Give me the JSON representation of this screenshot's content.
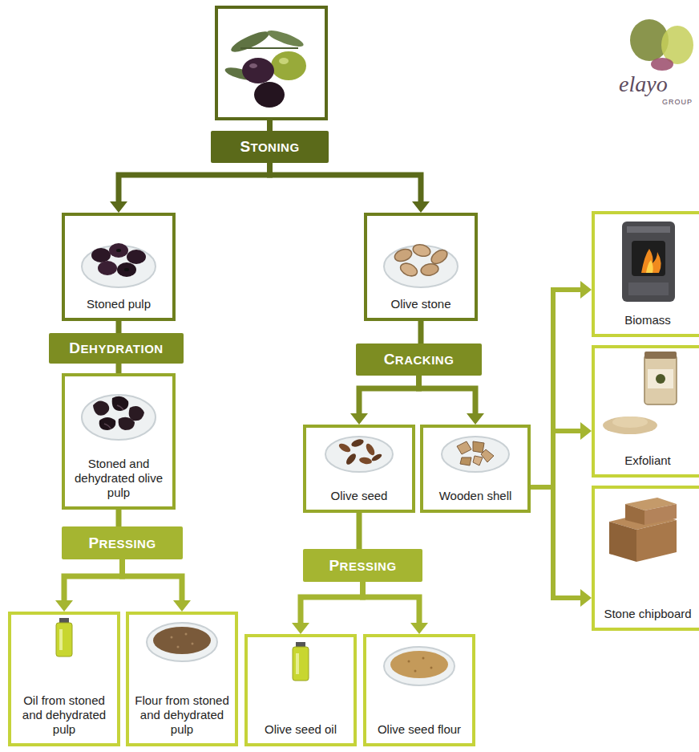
{
  "diagram": {
    "nodes": [
      {
        "text": [
          "STONING"
        ]
      },
      {
        "text": [
          "Stoned pulp"
        ]
      },
      {
        "text": [
          "Olive stone"
        ]
      },
      {
        "text": [
          "DEHYDRATION"
        ]
      },
      {
        "text": [
          "CRACKING"
        ]
      },
      {
        "text": [
          "Stoned and dehydrated olive pulp"
        ]
      },
      {
        "text": [
          "Olive seed"
        ]
      },
      {
        "text": [
          "Wooden shell"
        ]
      },
      {
        "text": [
          "Biomass"
        ]
      },
      {
        "text": [
          "Exfoliant"
        ]
      },
      {
        "text": [
          "Stone chipboard"
        ]
      },
      {
        "text": [
          "PRESSING"
        ]
      },
      {
        "text": [
          "PRESSING"
        ]
      },
      {
        "text": [
          "Oil from stoned and dehydrated pulp"
        ]
      },
      {
        "text": [
          "Flour from stoned and dehydrated pulp"
        ]
      },
      {
        "text": [
          "Olive seed oil"
        ]
      },
      {
        "text": [
          "Olive seed flour"
        ]
      }
    ],
    "edges": [
      {
        "from": 0,
        "to": 1,
        "arrow": "to"
      },
      {
        "from": 0,
        "to": 2,
        "arrow": "to"
      },
      {
        "from": 1,
        "to": 3,
        "arrow": "none"
      },
      {
        "from": 3,
        "to": 5,
        "arrow": "none"
      },
      {
        "from": 2,
        "to": 4,
        "arrow": "none"
      },
      {
        "from": 4,
        "to": 6,
        "arrow": "to"
      },
      {
        "from": 4,
        "to": 7,
        "arrow": "to"
      },
      {
        "from": 7,
        "to": 8,
        "arrow": "to"
      },
      {
        "from": 7,
        "to": 9,
        "arrow": "to"
      },
      {
        "from": 7,
        "to": 10,
        "arrow": "to"
      },
      {
        "from": 5,
        "to": 11,
        "arrow": "none"
      },
      {
        "from": 11,
        "to": 13,
        "arrow": "to"
      },
      {
        "from": 11,
        "to": 14,
        "arrow": "to"
      },
      {
        "from": 6,
        "to": 12,
        "arrow": "none"
      },
      {
        "from": 12,
        "to": 15,
        "arrow": "to"
      },
      {
        "from": 12,
        "to": 16,
        "arrow": "to"
      }
    ],
    "labels": [
      "elayo",
      "GROUP"
    ]
  }
}
